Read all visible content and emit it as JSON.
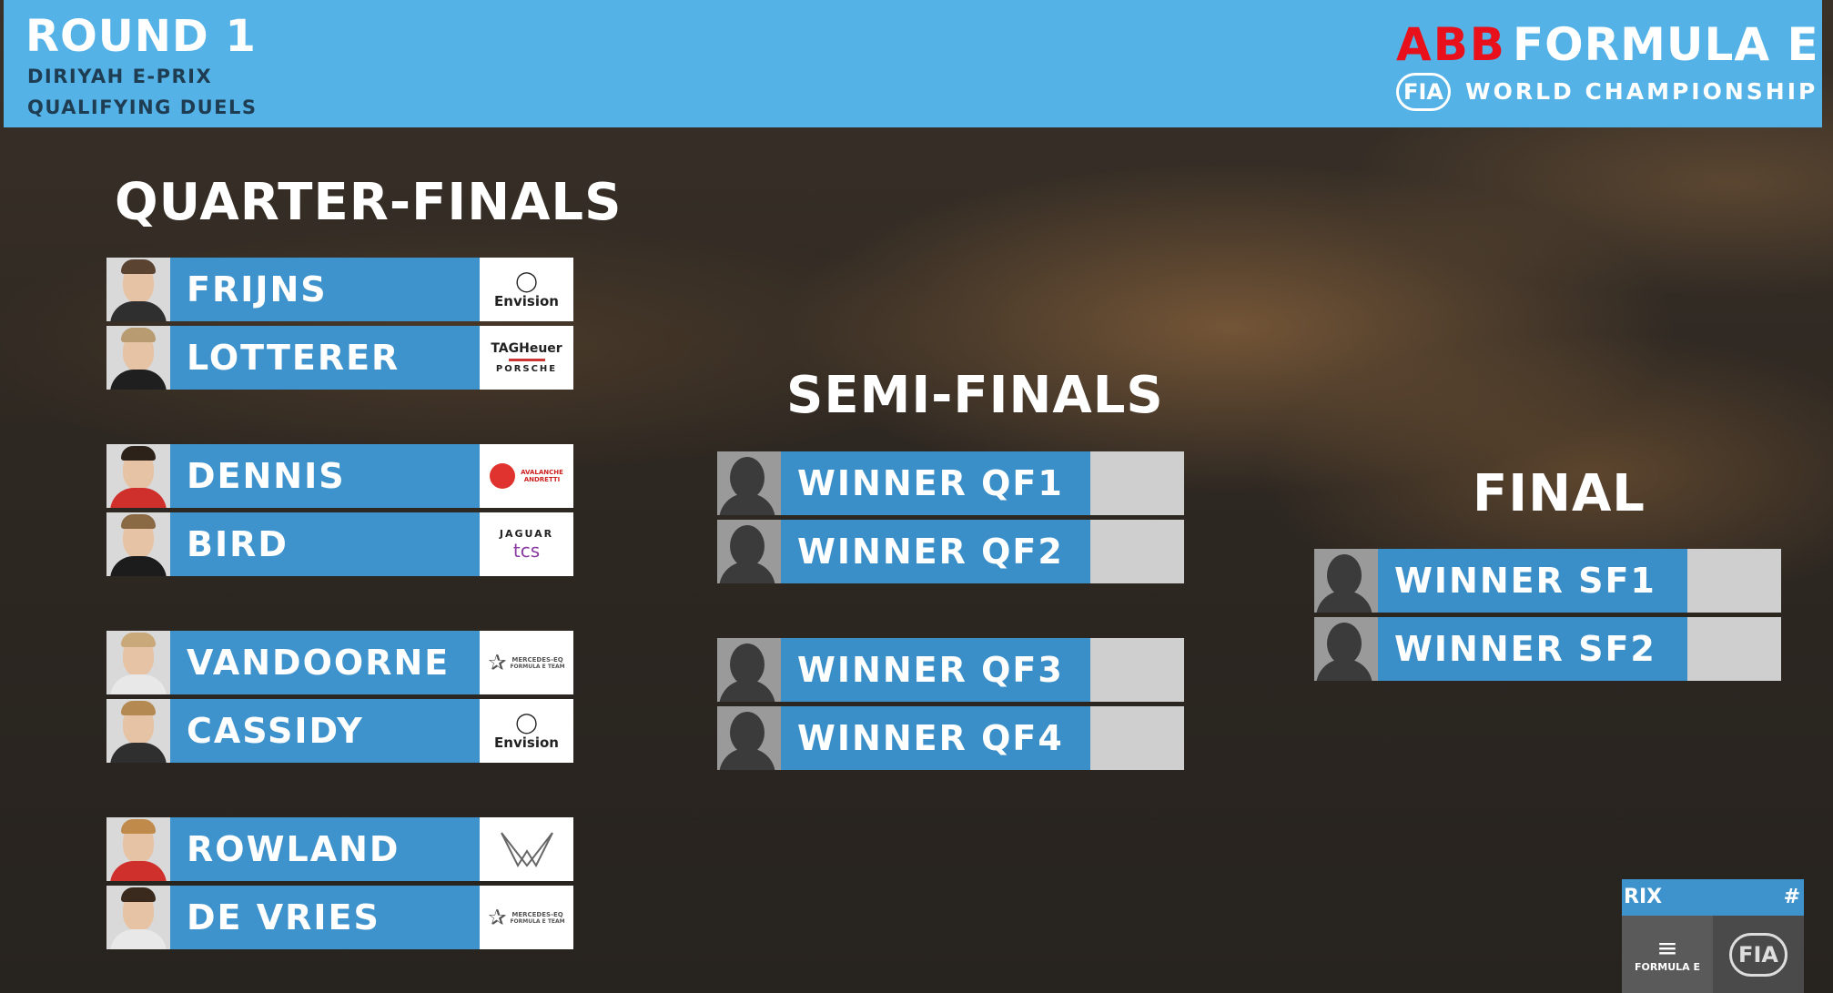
{
  "header": {
    "round": "ROUND 1",
    "event": "DIRIYAH E-PRIX",
    "session": "QUALIFYING DUELS",
    "brand_abb": "ABB",
    "brand_fe": "FORMULA E",
    "fia": "FIA",
    "championship": "WORLD CHAMPIONSHIP"
  },
  "stages": {
    "quarter": "QUARTER-FINALS",
    "semi": "SEMI-FINALS",
    "final": "FINAL"
  },
  "quarterfinals": [
    {
      "name": "FRIJNS",
      "team_l1": "Envision",
      "team_l2": ""
    },
    {
      "name": "LOTTERER",
      "team_l1": "TAGHeuer",
      "team_l2": "PORSCHE"
    },
    {
      "name": "DENNIS",
      "team_l1": "AVALANCHE",
      "team_l2": "ANDRETTI"
    },
    {
      "name": "BIRD",
      "team_l1": "JAGUAR",
      "team_l2": "tcs"
    },
    {
      "name": "VANDOORNE",
      "team_l1": "MERCEDES-EQ",
      "team_l2": "FORMULA E TEAM"
    },
    {
      "name": "CASSIDY",
      "team_l1": "Envision",
      "team_l2": ""
    },
    {
      "name": "ROWLAND",
      "team_l1": "",
      "team_l2": ""
    },
    {
      "name": "DE VRIES",
      "team_l1": "MERCEDES-EQ",
      "team_l2": "FORMULA E TEAM"
    }
  ],
  "semifinals": [
    "WINNER QF1",
    "WINNER QF2",
    "WINNER QF3",
    "WINNER QF4"
  ],
  "final": [
    "WINNER SF1",
    "WINNER SF2"
  ],
  "corner": {
    "bar_left": "RIX",
    "bar_right": "#",
    "fe_label": "FORMULA E",
    "fia": "FIA"
  },
  "colors": {
    "header": "#54b2e6",
    "name_bar": "#3f93cc",
    "abb_red": "#e8101a"
  }
}
